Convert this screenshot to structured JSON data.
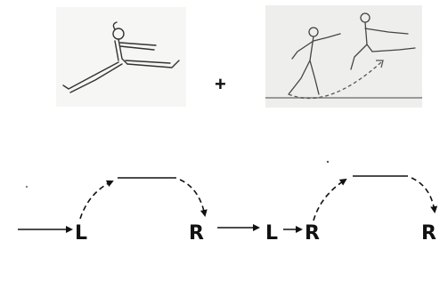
{
  "operator": "+",
  "sequence": [
    {
      "id": "step1",
      "label": "L"
    },
    {
      "id": "step2",
      "label": "R"
    },
    {
      "id": "step3",
      "label": "L"
    },
    {
      "id": "step4",
      "label": "R"
    },
    {
      "id": "step5",
      "label": "R"
    }
  ],
  "illustrations": {
    "left": "split-leap-gymnast",
    "right": "leap-takeoff-sequence-gymnast"
  }
}
